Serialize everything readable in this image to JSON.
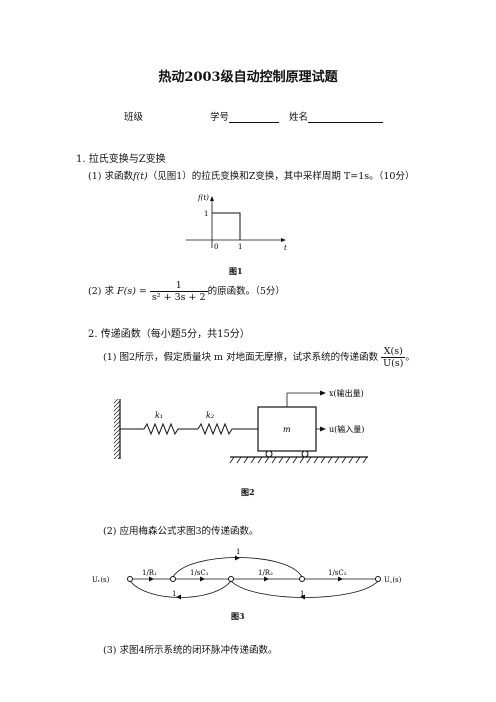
{
  "title": "热动2003级自动控制原理试题",
  "info": {
    "class_label": "班级",
    "id_label": "学号",
    "name_label": "姓名"
  },
  "q1": {
    "heading": "1.  拉氏变换与Z变换",
    "part1": {
      "prefix": "(1)  求函数",
      "func": "f(t)",
      "suffix": "（见图1）的拉氏变换和Z变换，其中采样周期 T=1s。（10分）"
    },
    "fig1": {
      "y_axis_label": "f(t)",
      "x_axis_label": "t",
      "y_tick": "1",
      "origin_label": "0",
      "x_tick": "1",
      "caption": "图1"
    },
    "part2": {
      "prefix": "(2)  求",
      "func": "F(s) =",
      "numerator": "1",
      "denominator": "s² + 3s + 2",
      "suffix": "的原函数。（5分）"
    }
  },
  "q2": {
    "heading": "2.  传递函数（每小题5分，共15分）",
    "part1": {
      "text": "(1)  图2所示，假定质量块 m 对地面无摩擦，试求系统的传递函数",
      "numerator": "X(s)",
      "denominator": "U(s)",
      "end": "。"
    },
    "fig2": {
      "k1": "k₁",
      "k2": "k₂",
      "mass": "m",
      "x_label": "x(输出量)",
      "u_label": "u(输入量)",
      "caption": "图2"
    },
    "part2": {
      "text": "(2)  应用梅森公式求图3的传递函数。"
    },
    "fig3": {
      "input": "Uᵣ(s)",
      "output": "U꜀(s)",
      "g1": "1/R₁",
      "g2": "1/sC₁",
      "g3": "1/R₂",
      "g4": "1/sC₂",
      "feedforward": "1",
      "fb1": "1",
      "fb2": "1",
      "caption": "图3"
    },
    "part3": {
      "text": "(3)  求图4所示系统的闭环脉冲传递函数。"
    }
  }
}
